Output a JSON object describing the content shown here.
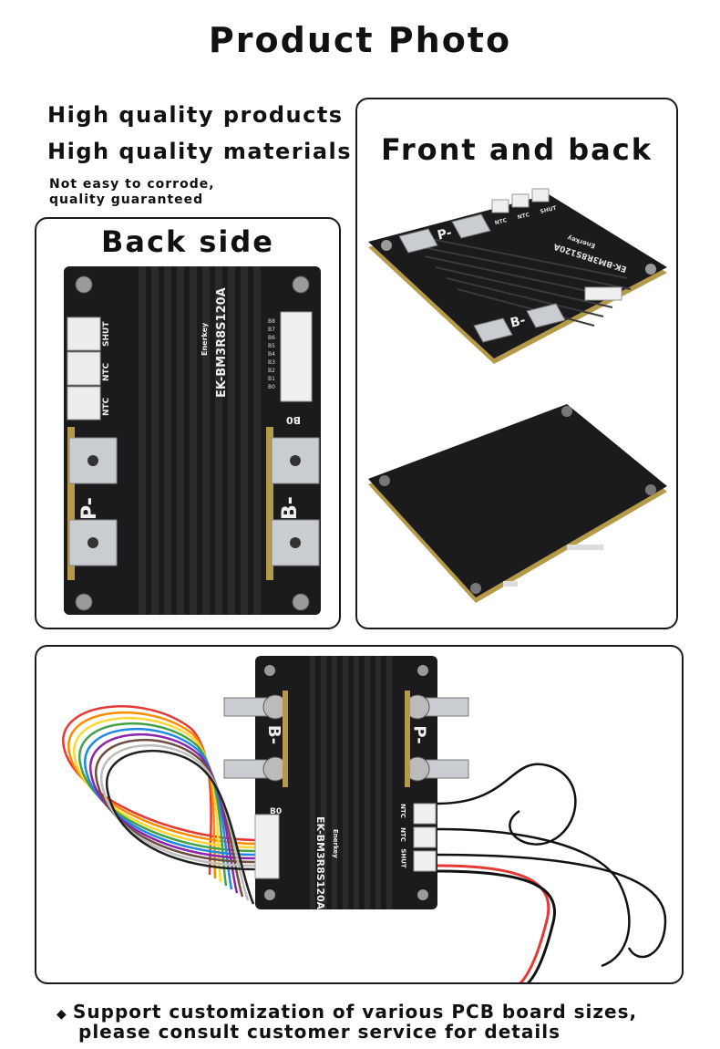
{
  "title": "Product Photo",
  "taglines": {
    "line1": "High quality products",
    "line2": "High quality materials",
    "note_line1": "Not easy to corrode,",
    "note_line2": "quality guaranteed"
  },
  "back_panel": {
    "heading": "Back side",
    "model": "EK-BM3R8S120A",
    "brand": "Enerkey",
    "connectors": [
      "SHUT",
      "NTC",
      "NTC"
    ],
    "terminals": [
      "P-",
      "B-"
    ],
    "pin_labels": [
      "B8",
      "B7",
      "B6",
      "B5",
      "B4",
      "B3",
      "B2",
      "B1",
      "B0"
    ],
    "bottom_pin": "B0"
  },
  "front_panel": {
    "heading": "Front and back",
    "model": "EK-BM3R8S120A",
    "brand": "Enerkey",
    "connectors": [
      "NTC",
      "NTC",
      "SHUT"
    ],
    "terminals": [
      "P-",
      "B-"
    ]
  },
  "wired_panel": {
    "model": "EK-BM3R8S120A",
    "brand": "Enerkey",
    "connectors": [
      "NTC",
      "NTC",
      "SHUT"
    ],
    "terminals": [
      "B-",
      "P-"
    ],
    "top_pin": "B0"
  },
  "footer": {
    "bullet": "◆",
    "line1": "Support customization of various PCB board sizes,",
    "line2": "please consult customer service for details"
  },
  "colors": {
    "heatsink": "#1b1b1d",
    "heatsink_fin": "#2c2c2f",
    "pcb_edge": "#b59a4a",
    "terminal": "#c9ccd1",
    "connector": "#efefef"
  }
}
